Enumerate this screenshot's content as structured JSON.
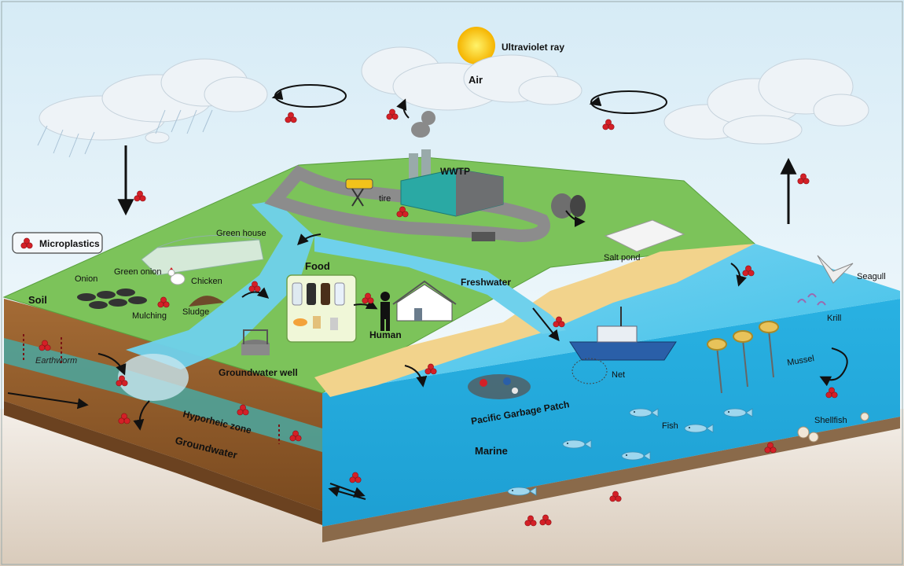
{
  "labels": {
    "ultraviolet": "Ultraviolet ray",
    "air": "Air",
    "wwtp": "WWTP",
    "tire": "tire",
    "legend": "Microplastics",
    "green_house": "Green house",
    "green_onion": "Green onion",
    "onion": "Onion",
    "chicken": "Chicken",
    "soil": "Soil",
    "mulching": "Mulching",
    "sludge": "Sludge",
    "food": "Food",
    "human": "Human",
    "freshwater": "Freshwater",
    "salt_pond": "Salt pond",
    "seagull": "Seagull",
    "krill": "Krill",
    "earthworm": "Earthworm",
    "groundwater_well": "Groundwater well",
    "hyporheic_zone": "Hyporheic zone",
    "groundwater": "Groundwater",
    "net": "Net",
    "mussel": "Mussel",
    "pacific_garbage_patch": "Pacific Garbage Patch",
    "fish": "Fish",
    "shellfish": "Shellfish",
    "marine": "Marine"
  },
  "colors": {
    "sky_top": "#dcedf6",
    "grass": "#7cc35a",
    "water": "#4fc3e8",
    "marine": "#2fb4e0",
    "soil": "#8a5a2b",
    "sand": "#f2d38c",
    "microplastic": "#d42027",
    "road": "#8c8c8c"
  }
}
